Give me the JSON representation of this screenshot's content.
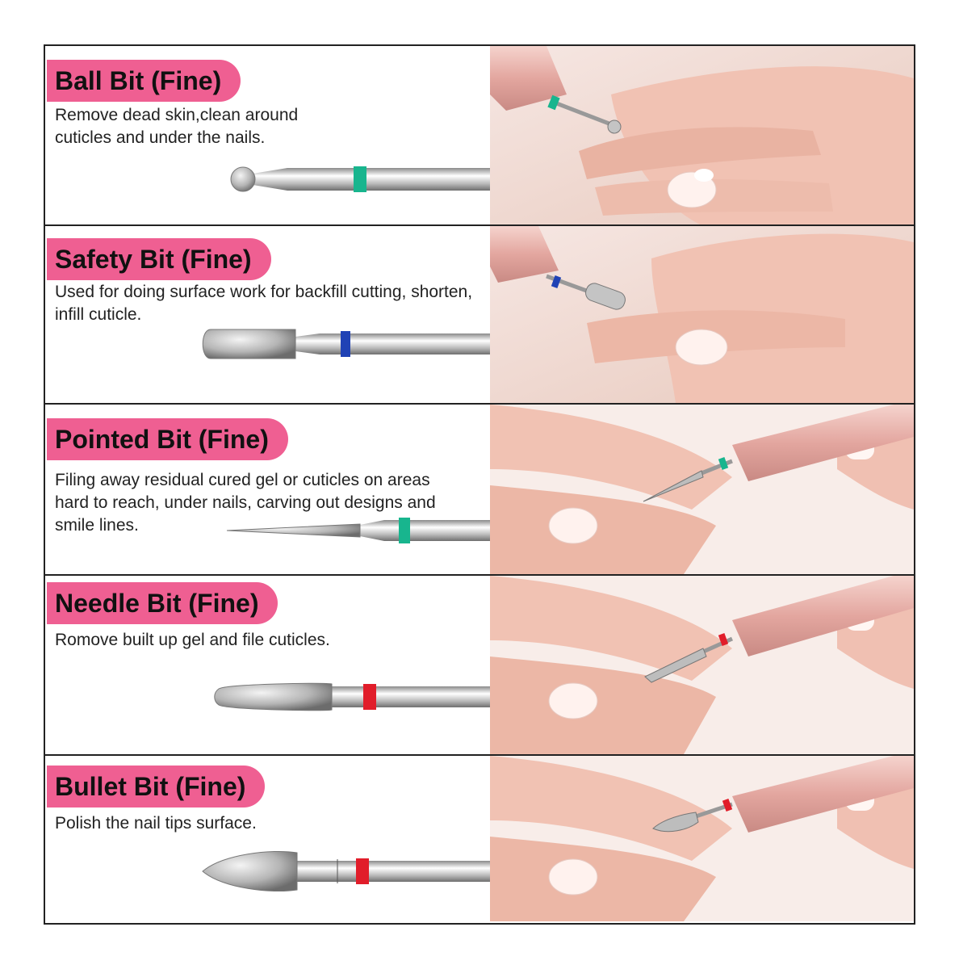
{
  "colors": {
    "pill": "#ef5f92",
    "skin": "#f1c7b8",
    "pen": "#e9b4ae",
    "green_band": "#18b58e",
    "blue_band": "#2042b5",
    "red_band": "#e11d2a"
  },
  "items": [
    {
      "title": "Ball Bit (Fine)",
      "description": "Remove dead skin,clean around cuticles and under the nails.",
      "band_color": "green",
      "head_shape": "ball",
      "photo": "fingertip-photo"
    },
    {
      "title": "Safety Bit (Fine)",
      "description": "Used for doing surface work for backfill cutting, shorten, infill cuticle.",
      "band_color": "blue",
      "head_shape": "cylinder",
      "photo": "fingertip-photo"
    },
    {
      "title": "Pointed Bit (Fine)",
      "description": "Filing away residual cured gel or cuticles on areas hard to reach, under nails, carving out designs and smile lines.",
      "band_color": "green",
      "head_shape": "pointed",
      "photo": "fingertip-photo"
    },
    {
      "title": "Needle Bit (Fine)",
      "description": "Romove built up gel and file cuticles.",
      "band_color": "red",
      "head_shape": "cone",
      "photo": "fingertip-photo"
    },
    {
      "title": "Bullet Bit (Fine)",
      "description": "Polish the nail tips surface.",
      "band_color": "red",
      "head_shape": "bullet",
      "photo": "fingertip-photo"
    }
  ]
}
